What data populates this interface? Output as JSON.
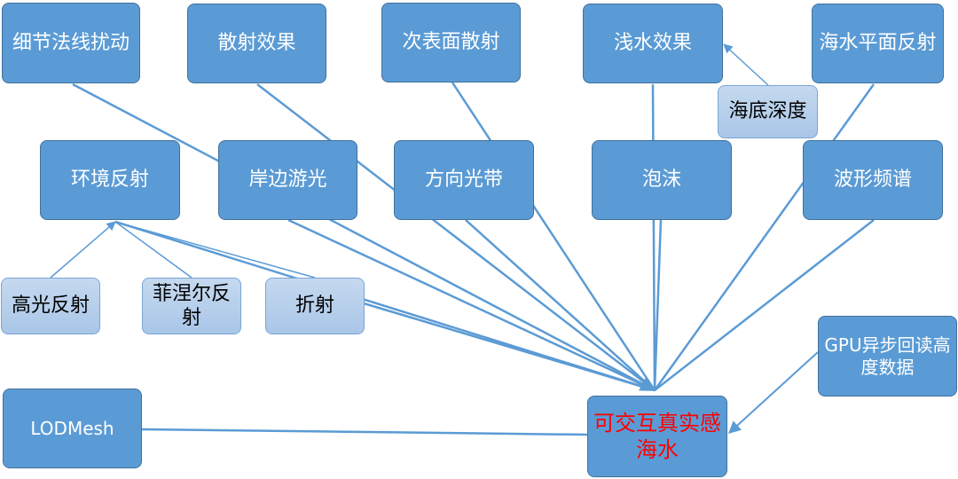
{
  "nodes": {
    "detail_normal": "细节法线扰动",
    "scatter_effect": "散射效果",
    "subsurface_scatter": "次表面散射",
    "shallow_water": "浅水效果",
    "sea_reflection": "海水平面反射",
    "seabed_depth": "海底深度",
    "env_reflection": "环境反射",
    "shore_glow": "岸边游光",
    "direction_band": "方向光带",
    "foam": "泡沫",
    "wave_spectrum": "波形频谱",
    "specular": "高光反射",
    "fresnel": "菲涅尔反射",
    "refraction": "折射",
    "gpu_readback": "GPU异步回读高度数据",
    "lodmesh": "LODMesh",
    "center": "可交互真实感海水"
  },
  "colors": {
    "node_fill": "#5b9bd5",
    "node_border": "#41719c",
    "light_fill": "#b8cfec",
    "line": "#5b9bd5",
    "center_text": "#ff0000"
  }
}
